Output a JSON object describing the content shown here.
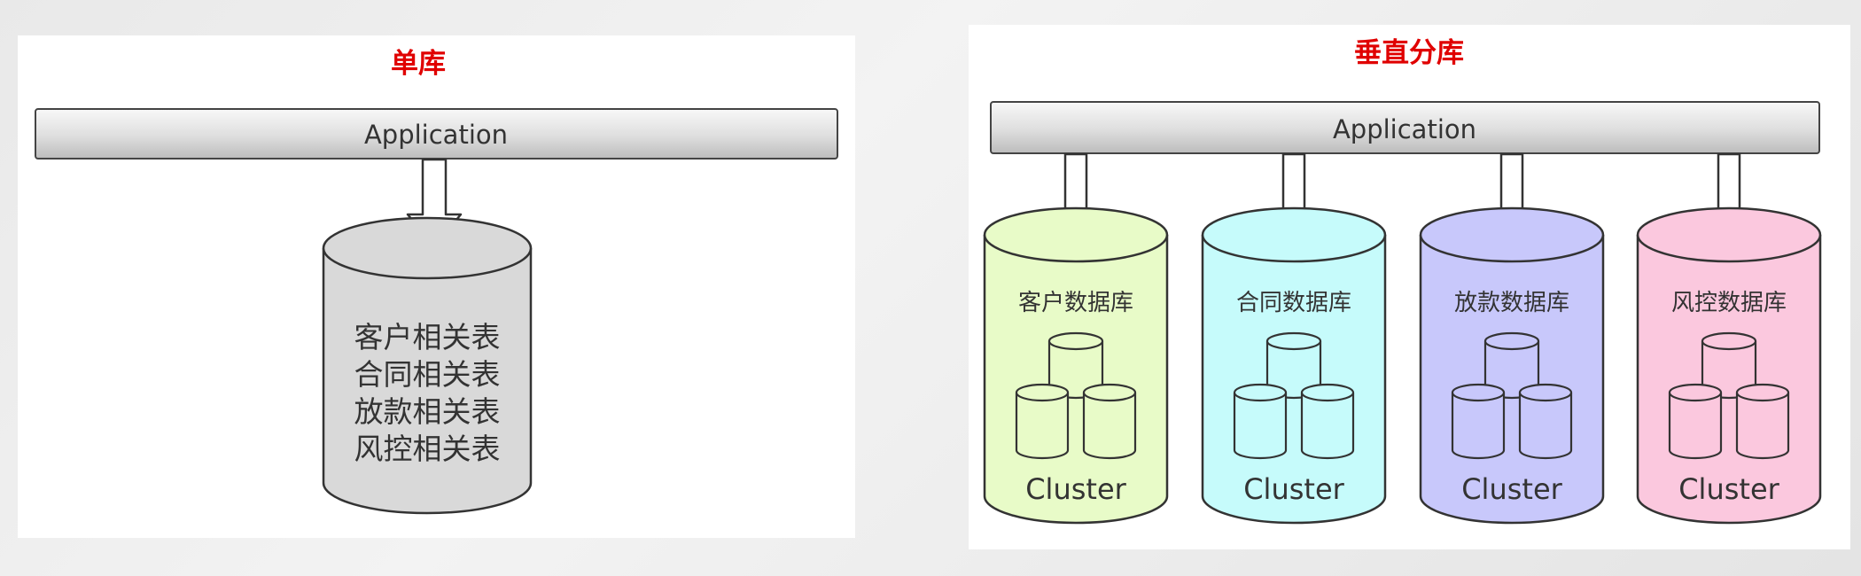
{
  "left_panel": {
    "title": "单库",
    "app_label": "Application",
    "db_lines": [
      "客户相关表",
      "合同相关表",
      "放款相关表",
      "风控相关表"
    ]
  },
  "right_panel": {
    "title": "垂直分库",
    "app_label": "Application",
    "databases": [
      {
        "name": "客户数据库",
        "cluster": "Cluster",
        "color": "#e8fbc8"
      },
      {
        "name": "合同数据库",
        "cluster": "Cluster",
        "color": "#c6fbfb"
      },
      {
        "name": "放款数据库",
        "cluster": "Cluster",
        "color": "#c8c8fb"
      },
      {
        "name": "风控数据库",
        "cluster": "Cluster",
        "color": "#fbc8de"
      }
    ]
  },
  "colors": {
    "title_red": "#e00000",
    "bar_top": "#f7f7f7",
    "bar_bottom": "#bdbdbd",
    "single_db": "#d9d9d9"
  }
}
